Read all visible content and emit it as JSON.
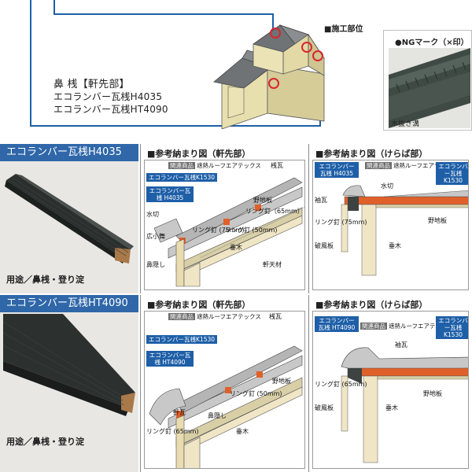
{
  "top": {
    "location_legend": "■施工部位",
    "ng_title": "●NGマーク（×印）",
    "ng_caption": "水抜き溝",
    "location_title": "鼻 桟【軒先部】",
    "location_lines": [
      "エコランバー瓦桟H4035",
      "エコランバー瓦桟HT4090"
    ]
  },
  "products": [
    {
      "name": "エコランバー瓦桟H4035",
      "usage": "用途／鼻桟・登り淀",
      "eaves": {
        "title": "■参考納まり図（軒先部）",
        "labels": {
          "roof_tag": "遮熱ルーフエアテックス",
          "roof_tag_prefix": "関連商品",
          "k1530_tag": "エコランバー瓦桟K1530",
          "product_tag": "エコランバー瓦桟 H4035",
          "sangawara": "桟瓦",
          "nojiita": "野地板",
          "ring1": "リング釘（65mm）",
          "ring2": "リング釘 (50mm)",
          "ring3": "リング釘 (75mm)",
          "mizukiri": "水切",
          "hirokomai": "広小舞",
          "taruki": "垂木",
          "hanakakushi": "鼻隠し",
          "nokiten": "軒天材"
        }
      },
      "verge": {
        "title": "■参考納まり図（けらば部）",
        "labels": {
          "roof_tag": "遮熱ルーフエアテックス",
          "roof_tag_prefix": "関連商品",
          "k1530_tag": "エコランバー瓦桟 K1530",
          "product_tag": "エコランバー瓦桟 H4035",
          "mizukiri": "水切",
          "sodegawara": "袖瓦",
          "ring": "リング釘 (75mm)",
          "nojiita": "野地板",
          "hafuita": "破風板",
          "taruki": "垂木"
        }
      }
    },
    {
      "name": "エコランバー瓦桟HT4090",
      "usage": "用途／鼻桟・登り淀",
      "eaves": {
        "title": "■参考納まり図（軒先部）",
        "labels": {
          "roof_tag": "遮熱ルーフエアテックス",
          "roof_tag_prefix": "関連商品",
          "k1530_tag": "エコランバー瓦桟K1530",
          "product_tag": "エコランバー瓦桟 HT4090",
          "sangawara": "桟瓦",
          "nojiita": "野地板",
          "ring1": "リング釘 (50mm)",
          "ring2": "リング釘 (65mm)",
          "nokigawara": "軒瓦",
          "hanakakushi": "鼻隠し",
          "taruki": "垂木"
        }
      },
      "verge": {
        "title": "■参考納まり図（けらば部）",
        "labels": {
          "roof_tag": "遮熱ルーフエアテックス",
          "roof_tag_prefix": "関連商品",
          "k1530_tag": "エコランバー瓦桟 K1530",
          "product_tag": "エコランバー瓦桟 HT4090",
          "sodegawara": "袖瓦",
          "ring": "リング釘 (65mm)",
          "nojiita": "野地板",
          "hafuita": "破風板",
          "taruki": "垂木"
        }
      }
    }
  ]
}
